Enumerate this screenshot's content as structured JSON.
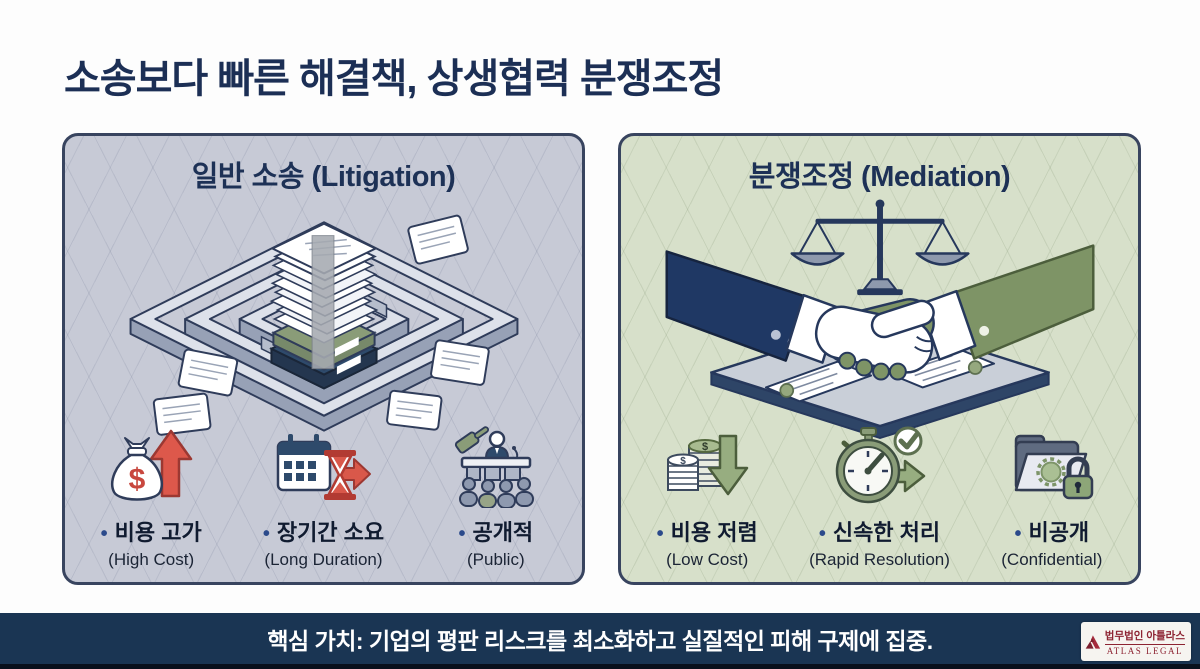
{
  "title": "소송보다 빠른 해결책, 상생협력 분쟁조정",
  "ui": {
    "bullet": "•"
  },
  "panels": {
    "litigation": {
      "heading": "일반 소송 (Litigation)",
      "items": [
        {
          "icon": "money-bag-rising-cost-icon",
          "label": "비용 고가",
          "sub": "(High Cost)"
        },
        {
          "icon": "calendar-hourglass-icon",
          "label": "장기간 소요",
          "sub": "(Long Duration)"
        },
        {
          "icon": "courtroom-icon",
          "label": "공개적",
          "sub": "(Public)"
        }
      ]
    },
    "mediation": {
      "heading": "분쟁조정 (Mediation)",
      "items": [
        {
          "icon": "coins-falling-cost-icon",
          "label": "비용 저렴",
          "sub": "(Low Cost)"
        },
        {
          "icon": "stopwatch-check-icon",
          "label": "신속한 처리",
          "sub": "(Rapid Resolution)"
        },
        {
          "icon": "locked-folder-icon",
          "label": "비공개",
          "sub": "(Confidential)"
        }
      ]
    }
  },
  "footer": {
    "text": "핵심 가치: 기업의 평판 리스크를 최소화하고 실질적인 피해 구제에 집중."
  },
  "logo": {
    "name_kr": "법무법인 아틀라스",
    "name_en": "ATLAS LEGAL"
  },
  "colors": {
    "accent_navy": "#1d3156",
    "panel_litigation_bg": "#c7cad6",
    "panel_mediation_bg": "#d7e0ca",
    "footer_bg": "#1a3553",
    "alert_red": "#d9584a",
    "calm_green": "#97ad80",
    "logo_red": "#8d2332"
  }
}
